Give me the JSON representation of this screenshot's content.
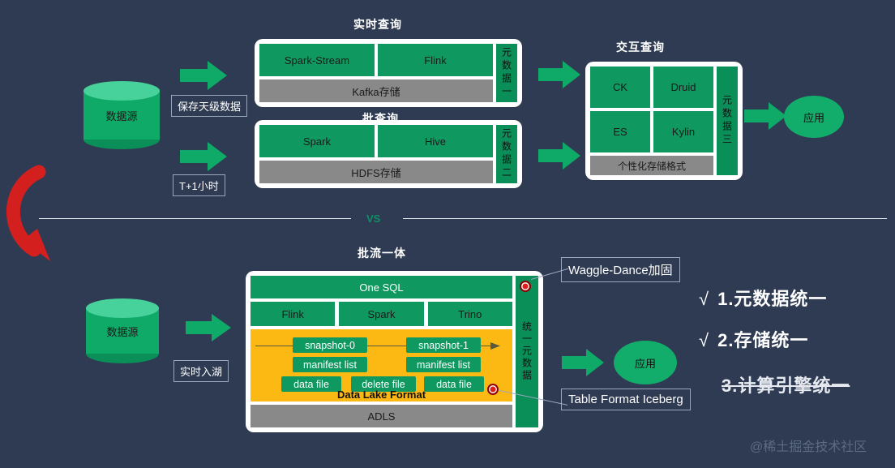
{
  "background_color": "#2e3b52",
  "accent_green": "#0f9960",
  "accent_yellow": "#fdb913",
  "accent_gray": "#898989",
  "accent_red": "#d41f1f",
  "top": {
    "source": {
      "label": "数据源"
    },
    "realtime": {
      "title": "实时查询",
      "arrow_label": "保存天级数据",
      "engines": [
        "Spark-Stream",
        "Flink"
      ],
      "storage": "Kafka存储",
      "metadata": "元数据一"
    },
    "batch": {
      "title": "批查询",
      "arrow_label": "T+1小时",
      "engines": [
        "Spark",
        "Hive"
      ],
      "storage": "HDFS存储",
      "metadata": "元数据二"
    },
    "interactive": {
      "title": "交互查询",
      "engines": [
        "CK",
        "Druid",
        "ES",
        "Kylin"
      ],
      "storage": "个性化存储格式",
      "metadata": "元数据三"
    },
    "app": {
      "label": "应用"
    }
  },
  "divider": {
    "vs_label": "VS"
  },
  "bottom": {
    "title": "批流一体",
    "source": {
      "label": "数据源"
    },
    "arrow_label": "实时入湖",
    "sql_layer": "One SQL",
    "engines": [
      "Flink",
      "Spark",
      "Trino"
    ],
    "lake": {
      "caption": "Data Lake Format",
      "snapshots": [
        "snapshot-0",
        "snapshot-1"
      ],
      "manifests": [
        "manifest list",
        "manifest list"
      ],
      "files": [
        "data file",
        "delete file",
        "data file"
      ]
    },
    "storage": "ADLS",
    "metadata": "统一元数据",
    "app": {
      "label": "应用"
    },
    "callouts": {
      "top": "Waggle-Dance加固",
      "bottom": "Table Format Iceberg"
    }
  },
  "conclusions": [
    {
      "tick": "√",
      "text": "1.元数据统一",
      "struck": false
    },
    {
      "tick": "√",
      "text": "2.存储统一",
      "struck": false
    },
    {
      "tick": "",
      "text": "3.计算引擎统一",
      "struck": true
    }
  ],
  "watermark": "@稀土掘金技术社区"
}
